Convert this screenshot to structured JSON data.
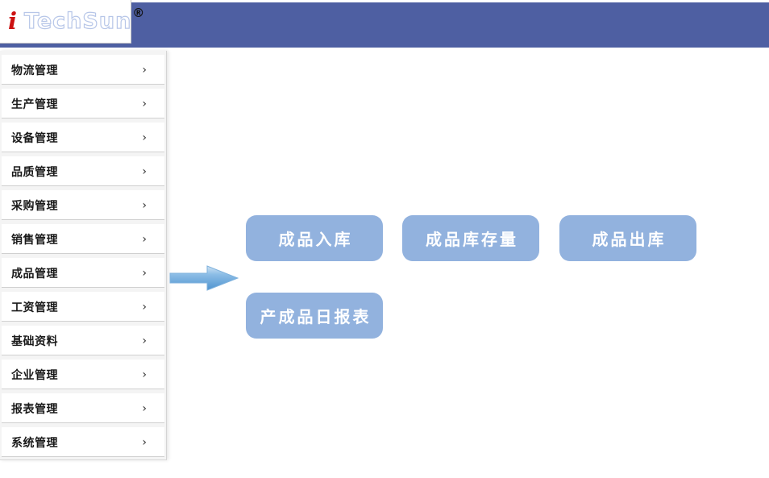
{
  "header": {
    "bar_color": "#4e5fa2",
    "logo": {
      "initial": "i",
      "word": "TechSun",
      "registered_mark": "®",
      "initial_color": "#cc1111",
      "word_outline_color": "#b7c6e8"
    }
  },
  "sidebar": {
    "chevron": "›",
    "items": [
      {
        "label": "物流管理"
      },
      {
        "label": "生产管理"
      },
      {
        "label": "设备管理"
      },
      {
        "label": "品质管理"
      },
      {
        "label": "采购管理"
      },
      {
        "label": "销售管理"
      },
      {
        "label": "成品管理"
      },
      {
        "label": "工资管理"
      },
      {
        "label": "基础资料"
      },
      {
        "label": "企业管理"
      },
      {
        "label": "报表管理"
      },
      {
        "label": "系统管理"
      }
    ]
  },
  "main": {
    "tile_color": "#92b2de",
    "tile_text_color": "#ffffff",
    "tiles": [
      {
        "label": "成品入库"
      },
      {
        "label": "成品库存量"
      },
      {
        "label": "成品出库"
      },
      {
        "label": "产成品日报表"
      }
    ],
    "arrow": {
      "direction": "right",
      "color": "#5b9bd5"
    }
  }
}
